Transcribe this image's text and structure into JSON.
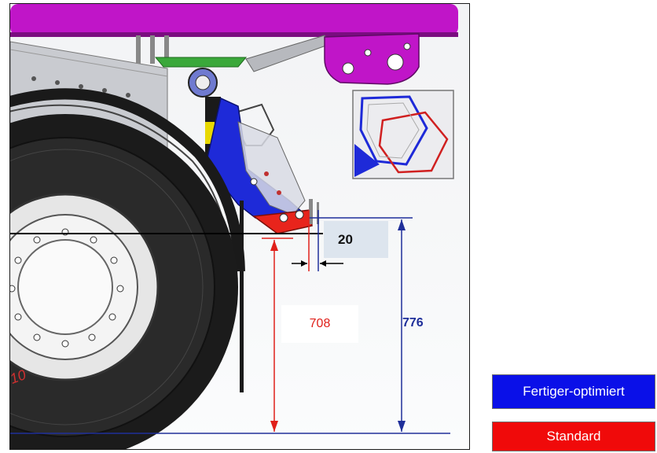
{
  "dimensions": {
    "offset_label": "20",
    "standard_height_label": "708",
    "optimized_height_label": "776",
    "tire_marking": "10"
  },
  "legend": {
    "optimized": {
      "label": "Fertiger-optimiert",
      "color": "#0a10e8"
    },
    "standard": {
      "label": "Standard",
      "color": "#f00a0a"
    }
  },
  "colors": {
    "frame_magenta": "#c015c8",
    "bracket_blue": "#1e2ad8",
    "bracket_red": "#e8241c",
    "mount_green": "#3aa83a",
    "dimension_red": "#e0201a",
    "dimension_blue": "#1f2f9a"
  }
}
